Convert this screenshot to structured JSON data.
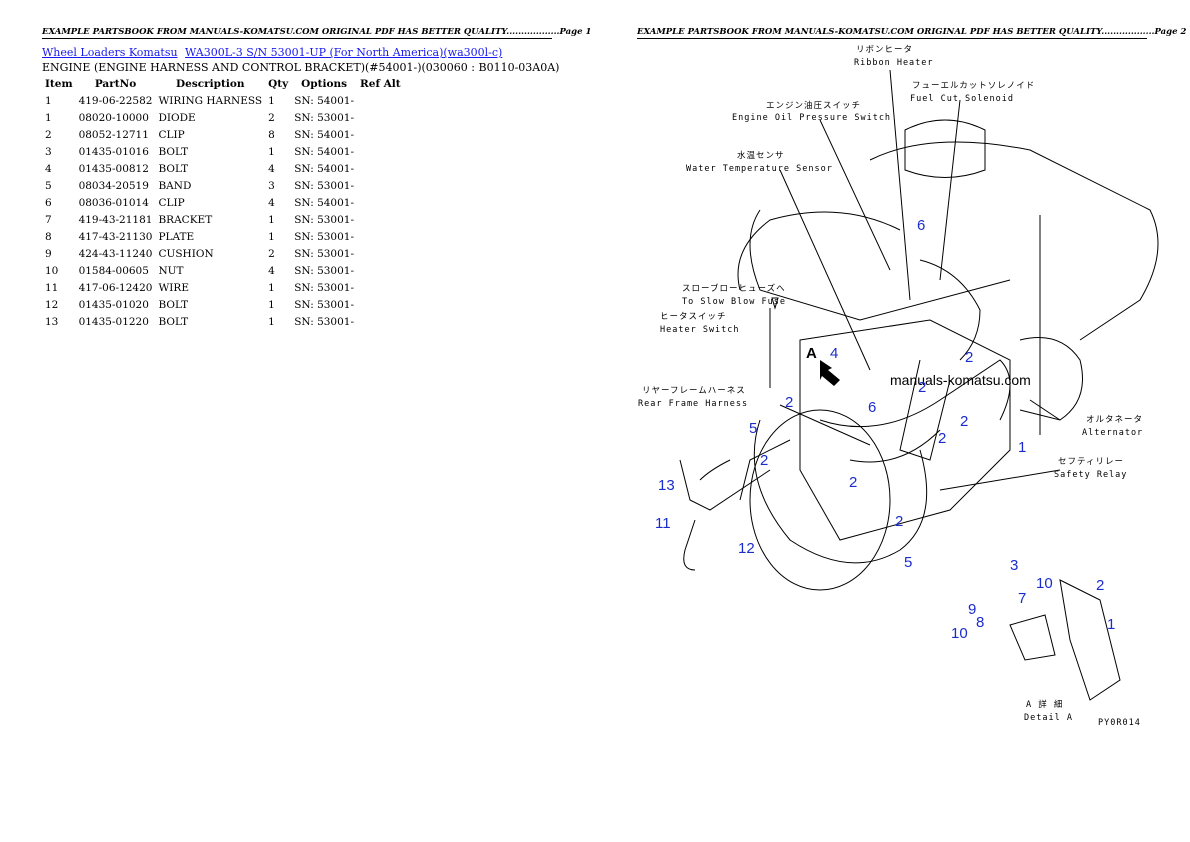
{
  "header": {
    "left_page": "EXAMPLE PARTSBOOK FROM MANUALS-KOMATSU.COM ORIGINAL PDF HAS BETTER QUALITY..................Page 1",
    "right_page": "EXAMPLE PARTSBOOK FROM MANUALS-KOMATSU.COM ORIGINAL PDF HAS BETTER QUALITY..................Page 2"
  },
  "breadcrumb": {
    "link1": "Wheel Loaders Komatsu",
    "link2": "WA300L-3 S/N 53001-UP (For North America)(wa300l-c)"
  },
  "subtitle": "ENGINE (ENGINE HARNESS AND CONTROL BRACKET)(#54001-)(030060 : B0110-03A0A)",
  "table": {
    "headers": [
      "Item",
      "PartNo",
      "Description",
      "Qty",
      "Options",
      "Ref Alt"
    ],
    "rows": [
      {
        "item": "1",
        "partno": "419-06-22582",
        "desc": "WIRING HARNESS",
        "qty": "1",
        "opt": "SN: 54001-"
      },
      {
        "item": "1",
        "partno": "08020-10000",
        "desc": "DIODE",
        "qty": "2",
        "opt": "SN: 53001-"
      },
      {
        "item": "2",
        "partno": "08052-12711",
        "desc": "CLIP",
        "qty": "8",
        "opt": "SN: 54001-"
      },
      {
        "item": "3",
        "partno": "01435-01016",
        "desc": "BOLT",
        "qty": "1",
        "opt": "SN: 54001-"
      },
      {
        "item": "4",
        "partno": "01435-00812",
        "desc": "BOLT",
        "qty": "4",
        "opt": "SN: 54001-"
      },
      {
        "item": "5",
        "partno": "08034-20519",
        "desc": "BAND",
        "qty": "3",
        "opt": "SN: 53001-"
      },
      {
        "item": "6",
        "partno": "08036-01014",
        "desc": "CLIP",
        "qty": "4",
        "opt": "SN: 54001-"
      },
      {
        "item": "7",
        "partno": "419-43-21181",
        "desc": "BRACKET",
        "qty": "1",
        "opt": "SN: 53001-"
      },
      {
        "item": "8",
        "partno": "417-43-21130",
        "desc": "PLATE",
        "qty": "1",
        "opt": "SN: 53001-"
      },
      {
        "item": "9",
        "partno": "424-43-11240",
        "desc": "CUSHION",
        "qty": "2",
        "opt": "SN: 53001-"
      },
      {
        "item": "10",
        "partno": "01584-00605",
        "desc": "NUT",
        "qty": "4",
        "opt": "SN: 53001-"
      },
      {
        "item": "11",
        "partno": "417-06-12420",
        "desc": "WIRE",
        "qty": "1",
        "opt": "SN: 53001-"
      },
      {
        "item": "12",
        "partno": "01435-01020",
        "desc": "BOLT",
        "qty": "1",
        "opt": "SN: 53001-"
      },
      {
        "item": "13",
        "partno": "01435-01220",
        "desc": "BOLT",
        "qty": "1",
        "opt": "SN: 53001-"
      }
    ]
  },
  "diagram": {
    "labels": {
      "ribbon_heater_jp": "リボンヒータ",
      "ribbon_heater": "Ribbon Heater",
      "fuel_cut_jp": "フューエルカットソレノイド",
      "fuel_cut": "Fuel Cut Solenoid",
      "oil_pressure_jp": "エンジン油圧スイッチ",
      "oil_pressure": "Engine Oil Pressure Switch",
      "water_temp_jp": "水温センサ",
      "water_temp": "Water Temperature Sensor",
      "slow_blow_jp": "スローブローヒューズへ",
      "slow_blow": "To Slow Blow Fuse",
      "heater_switch_jp": "ヒータスイッチ",
      "heater_switch": "Heater Switch",
      "rear_frame_jp": "リヤーフレームハーネス",
      "rear_frame": "Rear Frame Harness",
      "alternator_jp": "オルタネータ",
      "alternator": "Alternator",
      "safety_relay_jp": "セフティリレー",
      "safety_relay": "Safety Relay",
      "detail_jp": "A 詳 細",
      "detail": "Detail A",
      "code": "PY0R014",
      "arrow_a": "A",
      "watermark": "manuals-komatsu.com"
    },
    "callouts": [
      "6",
      "4",
      "2",
      "2",
      "2",
      "6",
      "2",
      "2",
      "5",
      "2",
      "1",
      "2",
      "13",
      "11",
      "12",
      "2",
      "5",
      "3",
      "10",
      "2",
      "9",
      "7",
      "8",
      "10",
      "1"
    ],
    "line_color": "#000000",
    "callout_color": "#1a2ccc",
    "link_color": "#1a1aee"
  }
}
